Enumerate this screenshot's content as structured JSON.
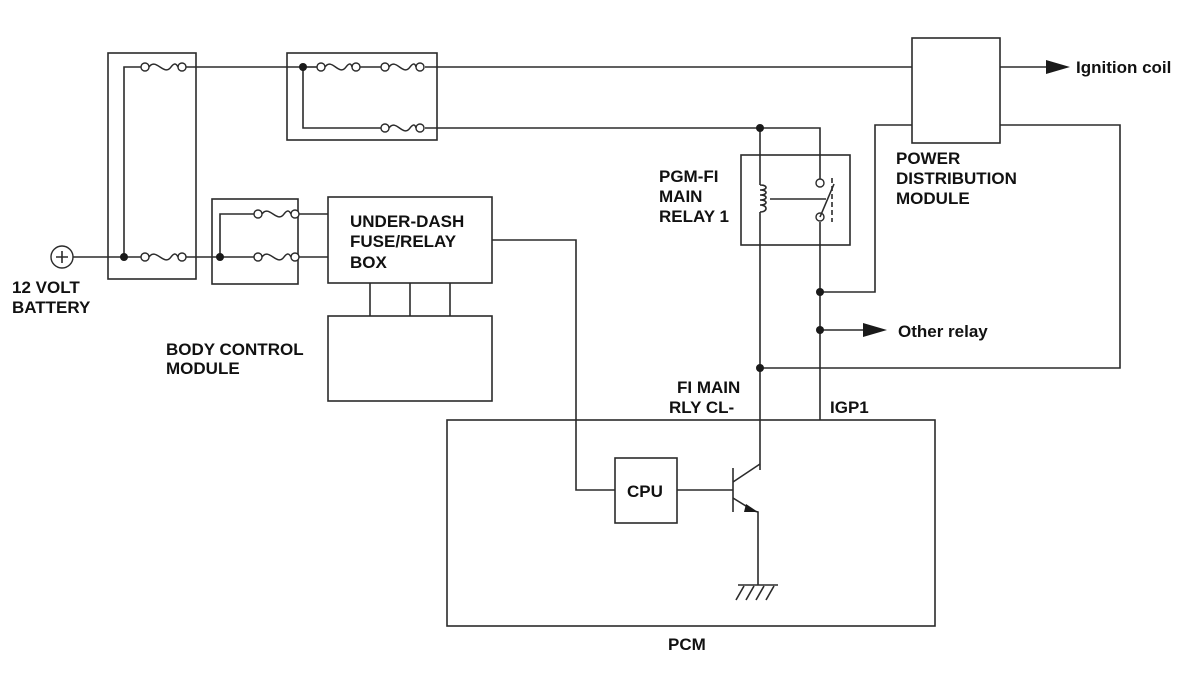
{
  "labels": {
    "battery": [
      "12 VOLT",
      "BATTERY"
    ],
    "under_dash": [
      "UNDER-DASH",
      "FUSE/RELAY",
      "BOX"
    ],
    "body_control": [
      "BODY CONTROL",
      "MODULE"
    ],
    "pgm_fi": [
      "PGM-FI",
      "MAIN",
      "RELAY 1"
    ],
    "power_dist": [
      "POWER",
      "DISTRIBUTION",
      "MODULE"
    ],
    "ignition_coil": "Ignition coil",
    "other_relay": "Other relay",
    "fi_main": [
      "FI MAIN",
      "RLY CL-"
    ],
    "igp1": "IGP1",
    "cpu": "CPU",
    "pcm": "PCM"
  }
}
